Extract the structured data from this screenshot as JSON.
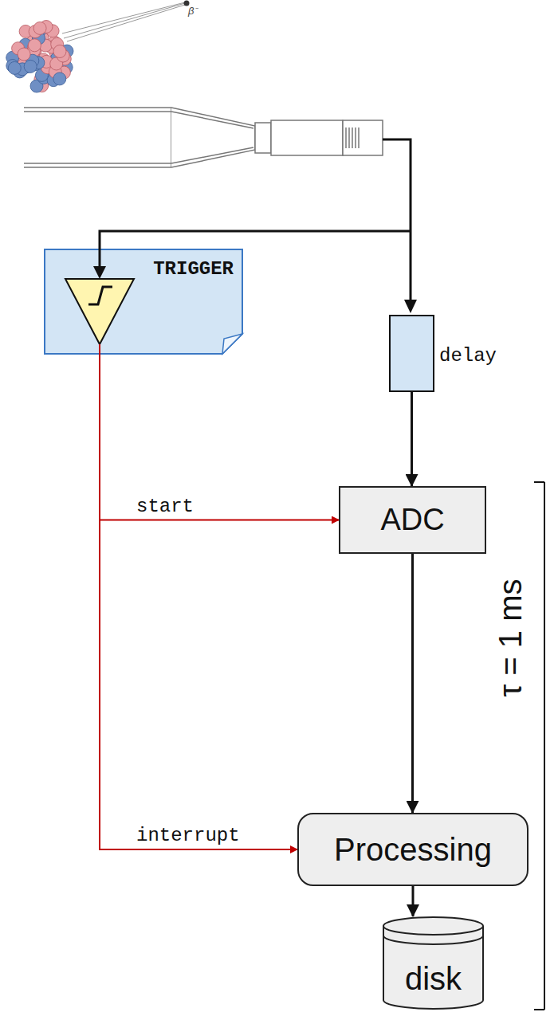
{
  "diagram": {
    "nodes": [
      {
        "text": [
          "TRIGGER"
        ]
      },
      {
        "text": [
          "delay"
        ]
      },
      {
        "text": [
          "ADC"
        ]
      },
      {
        "text": [
          "Processing"
        ]
      },
      {
        "text": [
          "disk"
        ]
      }
    ],
    "edges": [
      {
        "from": 0,
        "to": 2,
        "label": "start",
        "arrow": "to"
      },
      {
        "from": 0,
        "to": 3,
        "label": "interrupt",
        "arrow": "to"
      },
      {
        "from": 1,
        "to": 2,
        "arrow": "to"
      },
      {
        "from": 2,
        "to": 3,
        "arrow": "to"
      },
      {
        "from": 3,
        "to": 4,
        "arrow": "to"
      }
    ],
    "labels": [
      "β⁻",
      "τ = 1 ms"
    ]
  }
}
